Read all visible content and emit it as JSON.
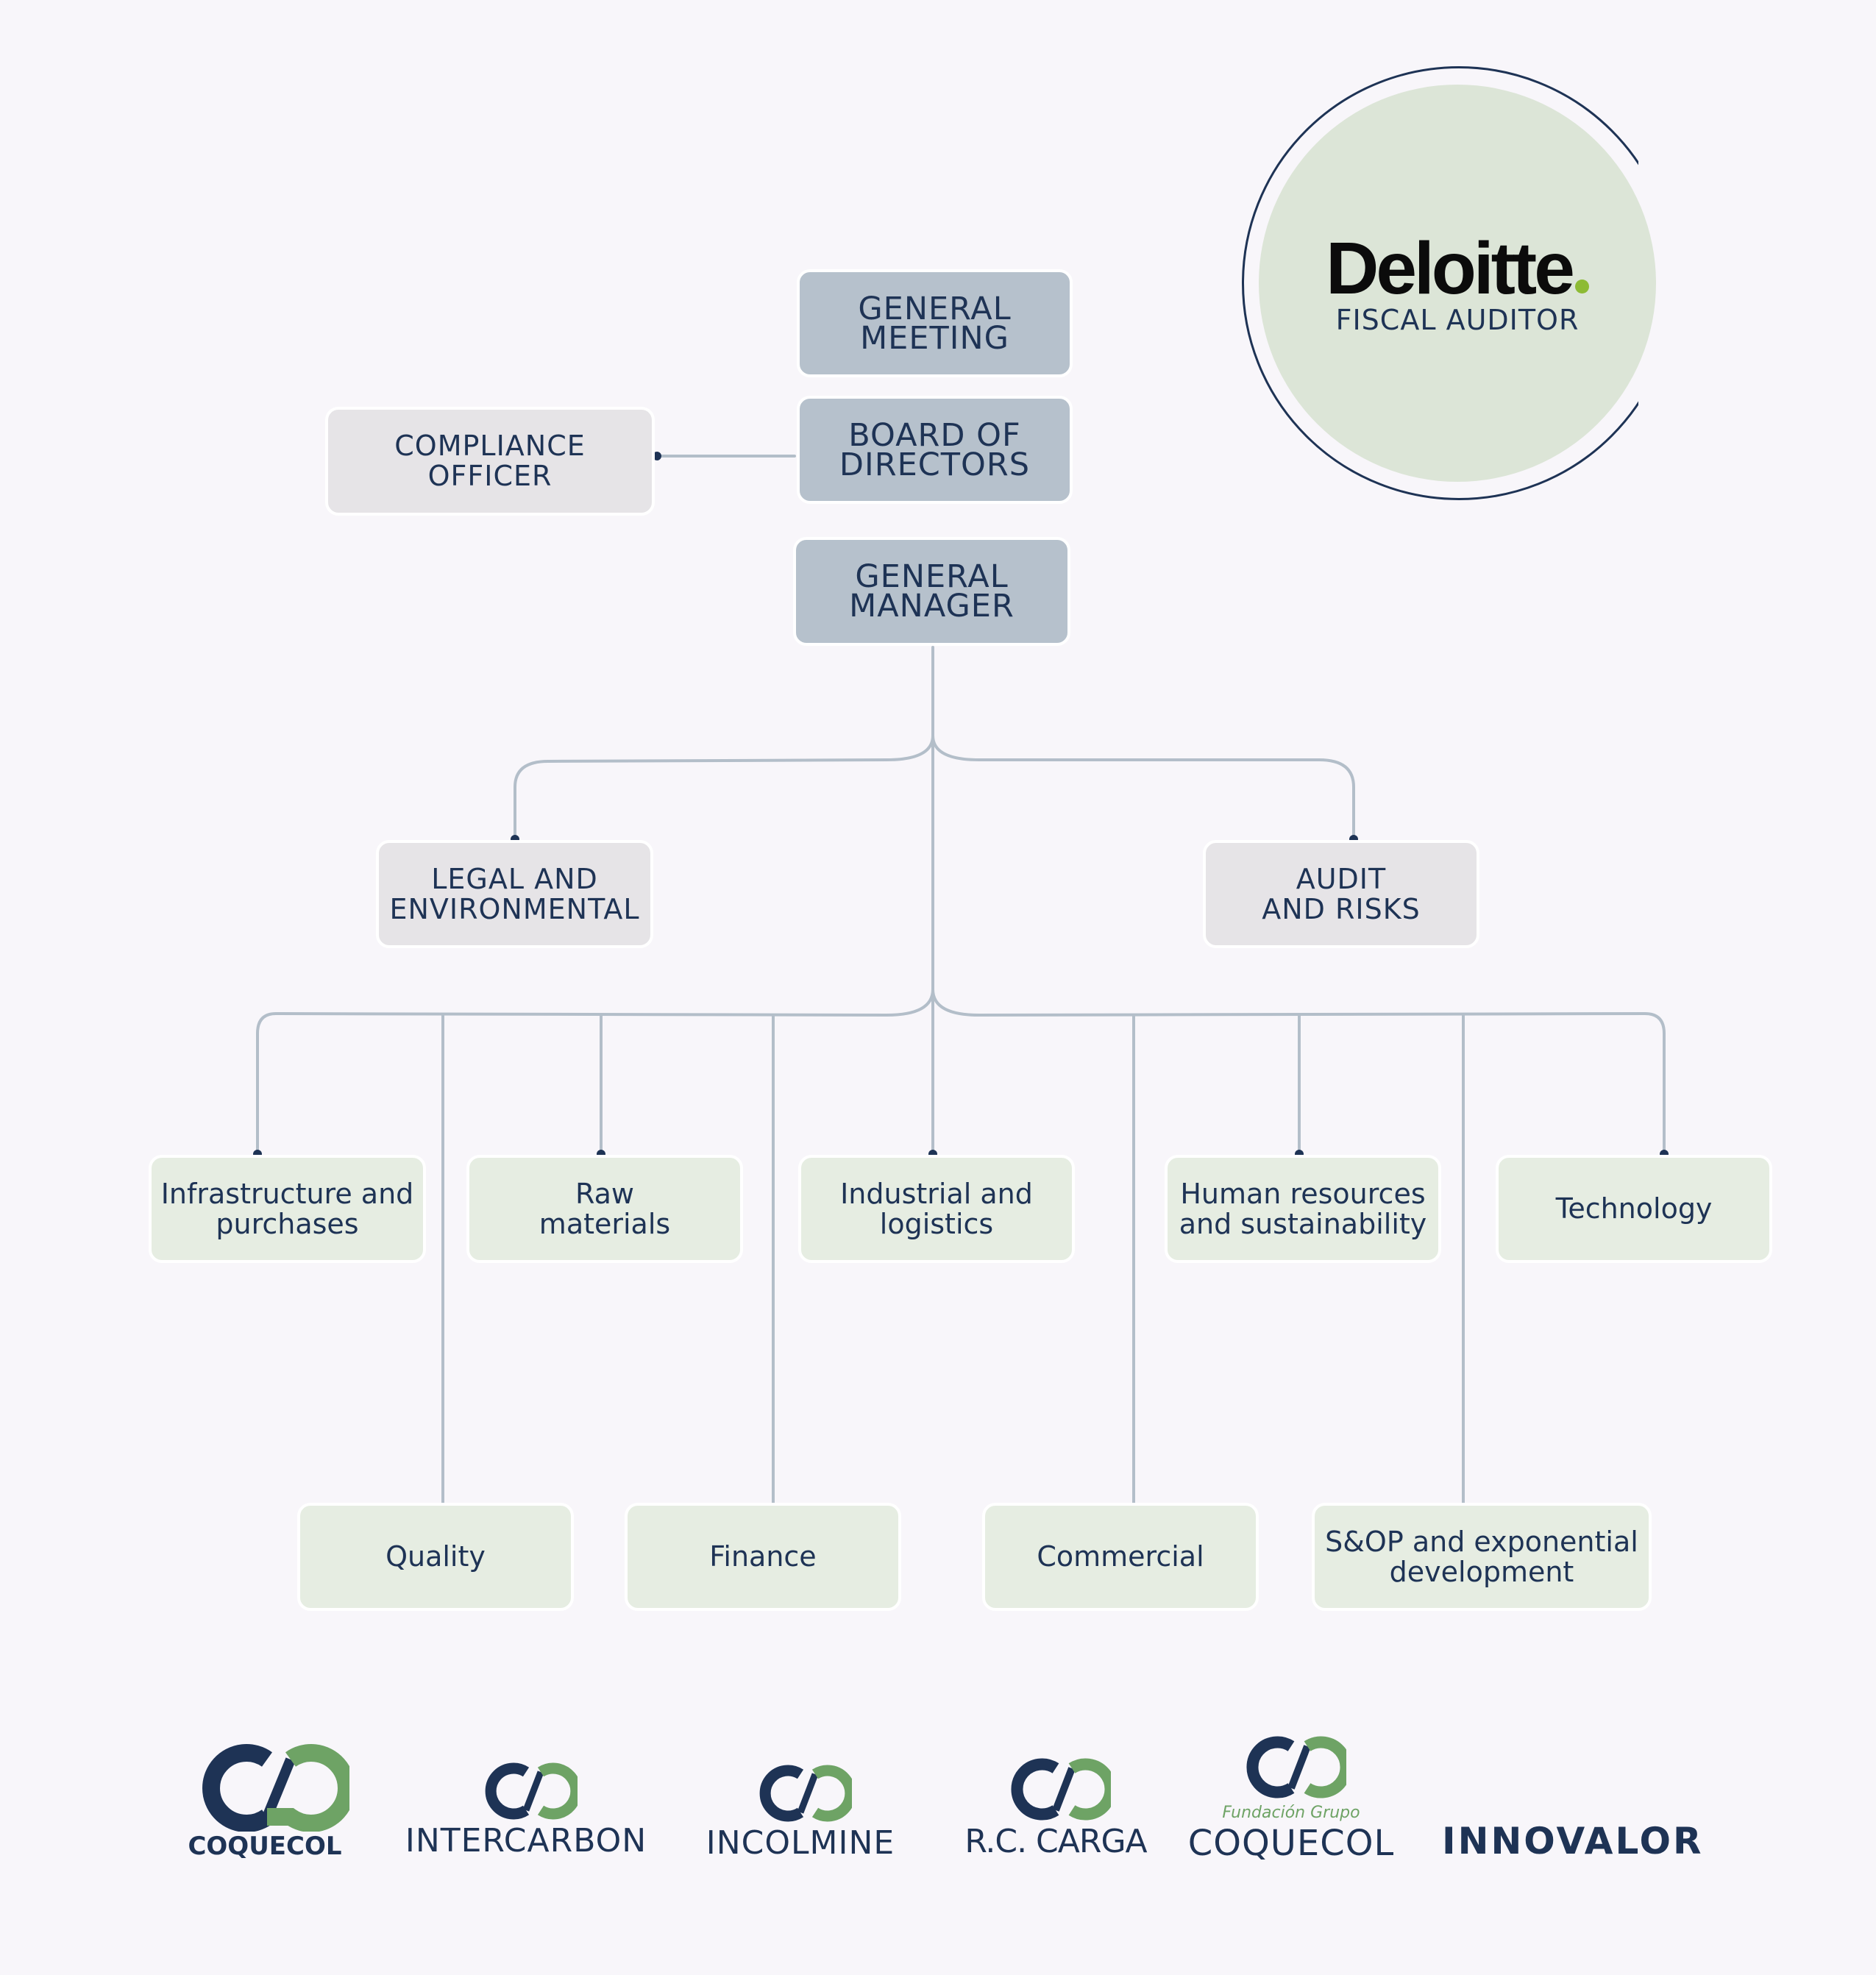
{
  "governance": {
    "general_meeting": "GENERAL\nMEETING",
    "board_of_directors": "BOARD OF\nDIRECTORS",
    "general_manager": "GENERAL\nMANAGER",
    "compliance_officer": "COMPLIANCE\nOFFICER"
  },
  "auditor": {
    "brand": "Deloitte",
    "label": "FISCAL AUDITOR",
    "brand_dot_color": "#8dbb34"
  },
  "staff_units": {
    "legal": "LEGAL AND\nENVIRONMENTAL",
    "audit": "AUDIT\nAND RISKS"
  },
  "departments_row1": [
    "Infrastructure and\npurchases",
    "Raw\nmaterials",
    "Industrial and\nlogistics",
    "Human resources\nand sustainability",
    "Technology"
  ],
  "departments_row2": [
    "Quality",
    "Finance",
    "Commercial",
    "S&OP and exponential\ndevelopment"
  ],
  "logos": [
    {
      "name": "COQUECOL"
    },
    {
      "name": "INTERCARBON"
    },
    {
      "name": "INCOLMINE"
    },
    {
      "name": "R.C. CARGA"
    },
    {
      "name": "COQUECOL",
      "subtitle": "Fundación Grupo"
    },
    {
      "name": "INNOVALOR"
    }
  ],
  "colors": {
    "navy": "#1e3355",
    "green": "#6ea365",
    "connector": "#b3bec9",
    "governance_fill": "#b6c1cc",
    "staff_fill": "#e6e4e7",
    "department_fill": "#e6ede2",
    "auditor_fill": "#dce5d7",
    "background": "#f8f6fa"
  }
}
